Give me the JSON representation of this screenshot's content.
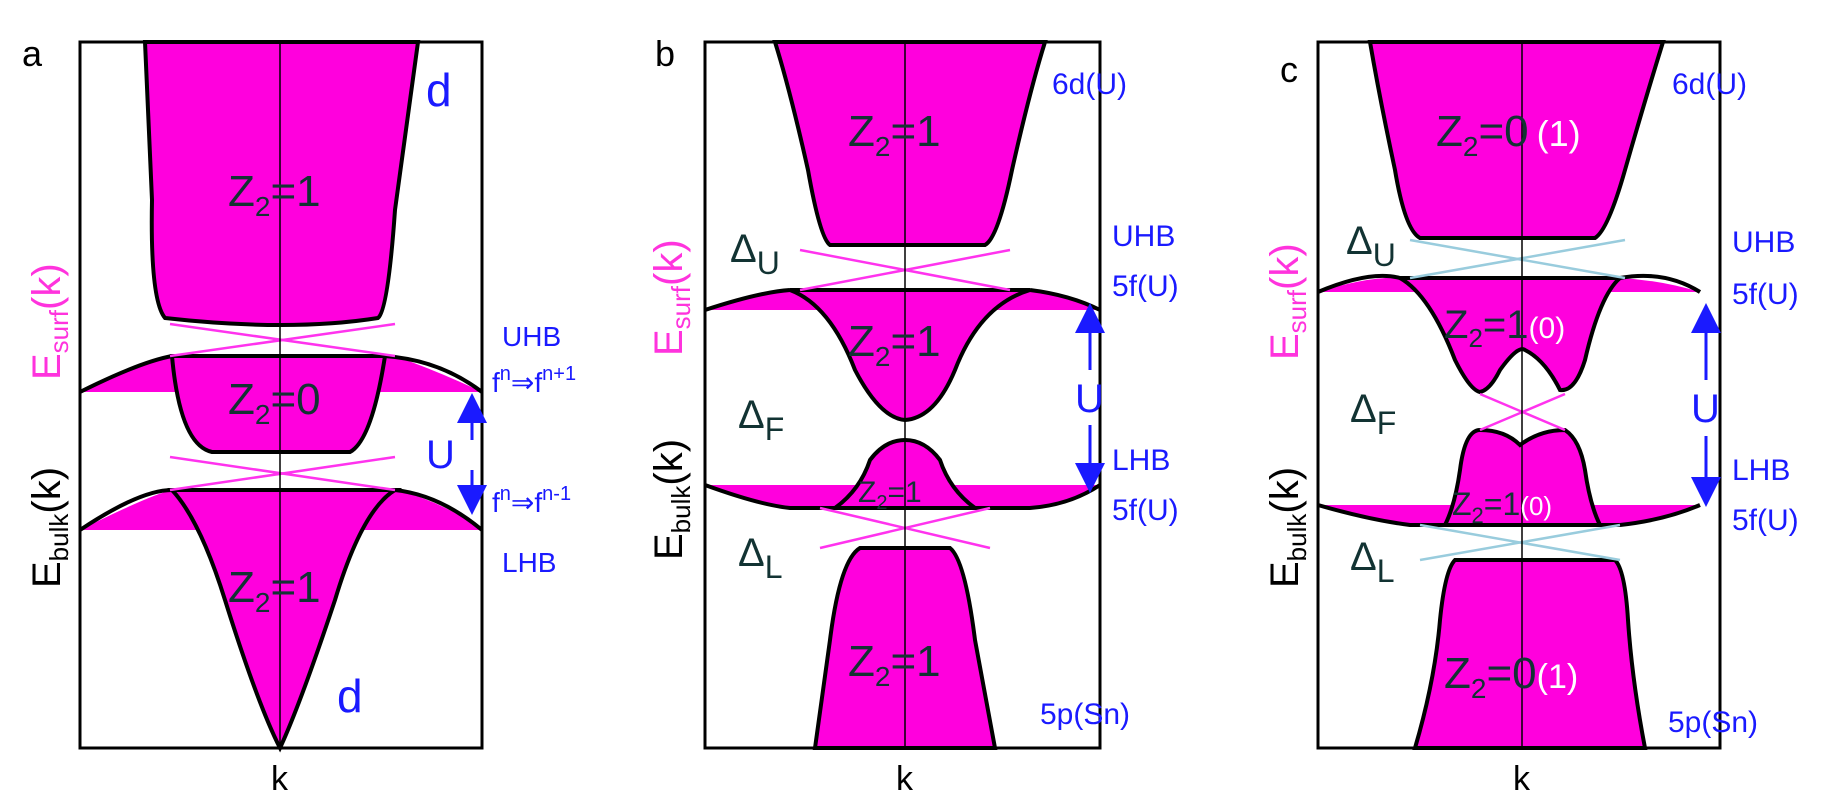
{
  "colors": {
    "band_fill": "#ff00dd",
    "band_edge": "#000000",
    "surface_a": "#ff33ee",
    "surface_b": "#ff33ee",
    "surface_c": "#99ccdd",
    "label_blue": "#1a1aff",
    "label_magenta": "#ff33dd",
    "label_dark": "#123333",
    "label_white": "#ffffff"
  },
  "panels": [
    {
      "letter": "a",
      "k_label": "k",
      "y_label_bulk": "E",
      "y_label_bulk_sub": "bulk",
      "y_label_bulk_suffix": "(k)",
      "y_label_surf": "E",
      "y_label_surf_sub": "surf",
      "y_label_surf_suffix": "(k)",
      "bands": [
        {
          "z_prefix": "Z",
          "z_sub": "2",
          "z_value": "=1",
          "z_alt": ""
        },
        {
          "z_prefix": "Z",
          "z_sub": "2",
          "z_value": "=0",
          "z_alt": ""
        },
        {
          "z_prefix": "Z",
          "z_sub": "2",
          "z_value": "=1",
          "z_alt": ""
        }
      ],
      "top_orbital": "d",
      "bottom_orbital": "d",
      "uhb": "UHB",
      "lhb": "LHB",
      "transition_up": {
        "base": "f",
        "sup": "n",
        "arrow": "⇒",
        "base2": "f",
        "sup2": "n+1"
      },
      "transition_down": {
        "base": "f",
        "sup": "n",
        "arrow": "⇒",
        "base2": "f",
        "sup2": "n-1"
      },
      "u_label": "U"
    },
    {
      "letter": "b",
      "k_label": "k",
      "y_label_bulk": "E",
      "y_label_bulk_sub": "bulk",
      "y_label_bulk_suffix": "(k)",
      "y_label_surf": "E",
      "y_label_surf_sub": "surf",
      "y_label_surf_suffix": "(k)",
      "bands": [
        {
          "z_prefix": "Z",
          "z_sub": "2",
          "z_value": "=1",
          "z_alt": ""
        },
        {
          "z_prefix": "Z",
          "z_sub": "2",
          "z_value": "=1",
          "z_alt": ""
        },
        {
          "z_prefix": "Z",
          "z_sub": "2",
          "z_value": "=1",
          "z_alt": ""
        },
        {
          "z_prefix": "Z",
          "z_sub": "2",
          "z_value": "=1",
          "z_alt": ""
        }
      ],
      "gaps": [
        {
          "symbol": "Δ",
          "sub": "U"
        },
        {
          "symbol": "Δ",
          "sub": "F"
        },
        {
          "symbol": "Δ",
          "sub": "L"
        }
      ],
      "top_orbital": "6d(U)",
      "bottom_orbital": "5p(Sn)",
      "uhb": "UHB",
      "uhb_orbital": "5f(U)",
      "lhb": "LHB",
      "lhb_orbital": "5f(U)",
      "u_label": "U"
    },
    {
      "letter": "c",
      "k_label": "k",
      "y_label_bulk": "E",
      "y_label_bulk_sub": "bulk",
      "y_label_bulk_suffix": "(k)",
      "y_label_surf": "E",
      "y_label_surf_sub": "surf",
      "y_label_surf_suffix": "(k)",
      "bands": [
        {
          "z_prefix": "Z",
          "z_sub": "2",
          "z_value": "=0",
          "z_alt": "(1)"
        },
        {
          "z_prefix": "Z",
          "z_sub": "2",
          "z_value": "=1",
          "z_alt": "(0)"
        },
        {
          "z_prefix": "Z",
          "z_sub": "2",
          "z_value": "=1",
          "z_alt": "(0)"
        },
        {
          "z_prefix": "Z",
          "z_sub": "2",
          "z_value": "=0",
          "z_alt": "(1)"
        }
      ],
      "gaps": [
        {
          "symbol": "Δ",
          "sub": "U"
        },
        {
          "symbol": "Δ",
          "sub": "F"
        },
        {
          "symbol": "Δ",
          "sub": "L"
        }
      ],
      "top_orbital": "6d(U)",
      "bottom_orbital": "5p(Sn)",
      "uhb": "UHB",
      "uhb_orbital": "5f(U)",
      "lhb": "LHB",
      "lhb_orbital": "5f(U)",
      "u_label": "U"
    }
  ]
}
